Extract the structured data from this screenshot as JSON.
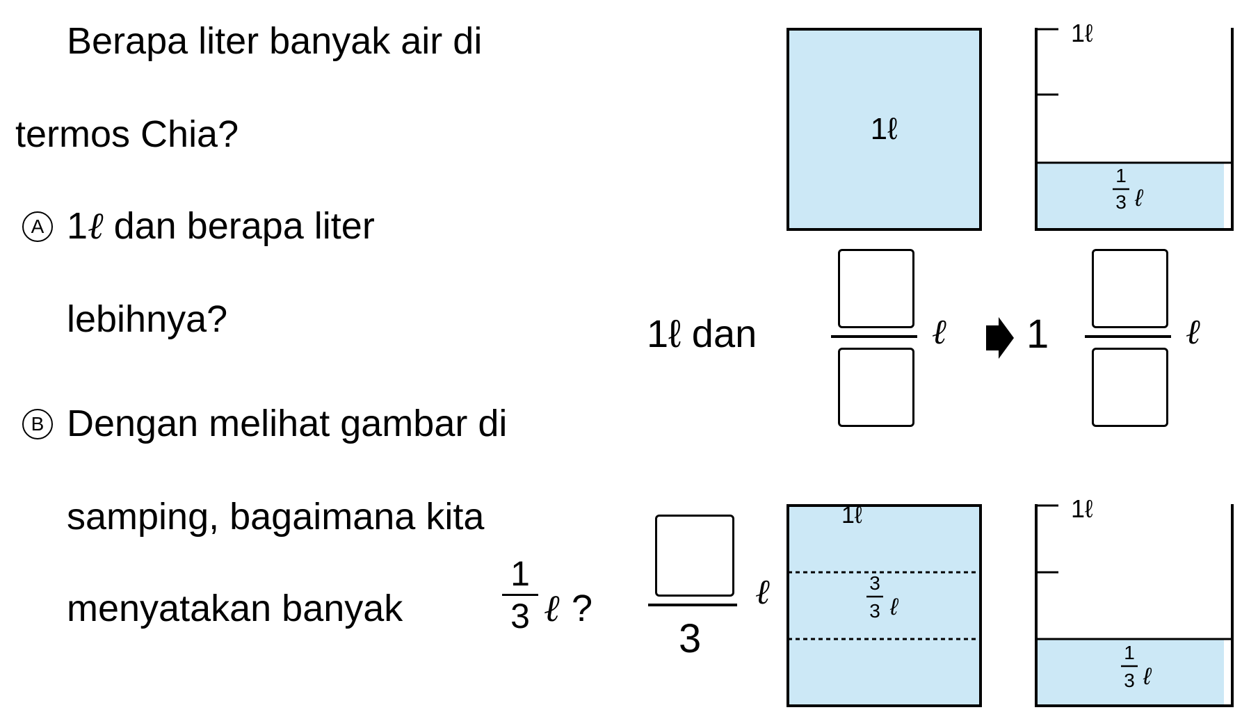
{
  "question": {
    "line1": "Berapa liter banyak air di",
    "line2": "termos Chia?"
  },
  "part_a": {
    "marker": "A",
    "line1_number": "1",
    "unit": "ℓ",
    "line1_rest": "dan berapa liter",
    "line2": "lebihnya?"
  },
  "part_b": {
    "marker": "B",
    "line1": "Dengan melihat gambar di",
    "line2": "samping, bagaimana kita",
    "line3": "menyatakan banyak",
    "fraction_num": "1",
    "fraction_den": "3",
    "unit": "ℓ",
    "question_mark": "?"
  },
  "figure_top": {
    "full_container_label": "1ℓ",
    "scale_label": "1ℓ",
    "partial_label_num": "1",
    "partial_label_den": "3",
    "unit": "ℓ"
  },
  "answer_row": {
    "prefix": "1ℓ dan",
    "unit": "ℓ",
    "arrow_icon": "right-arrow",
    "mixed_whole": "1"
  },
  "figure_bottom": {
    "fraction_den": "3",
    "unit": "ℓ",
    "divided_container_label": "1ℓ",
    "divided_label_num": "3",
    "divided_label_den": "3",
    "scale_label": "1ℓ",
    "partial_label_num": "1",
    "partial_label_den": "3"
  },
  "colors": {
    "water": "#cce8f6",
    "stroke": "#000000"
  }
}
